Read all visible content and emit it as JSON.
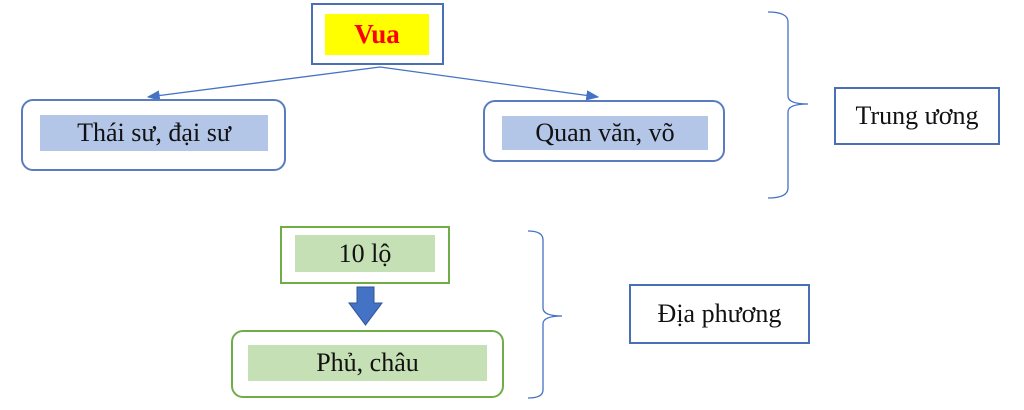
{
  "diagram": {
    "king": "Vua",
    "central_left": "Thái sư, đại sư",
    "central_right": "Quan văn, võ",
    "central_group": "Trung ương",
    "local_top": "10 lộ",
    "local_bottom": "Phủ, châu",
    "local_group": "Địa phương"
  },
  "colors": {
    "king_fill": "#ffff00",
    "king_text": "#ff0000",
    "central_fill": "#b4c6e7",
    "local_fill": "#c5e0b4",
    "blue_border": "#4a6fb5",
    "green_border": "#70ad47"
  }
}
